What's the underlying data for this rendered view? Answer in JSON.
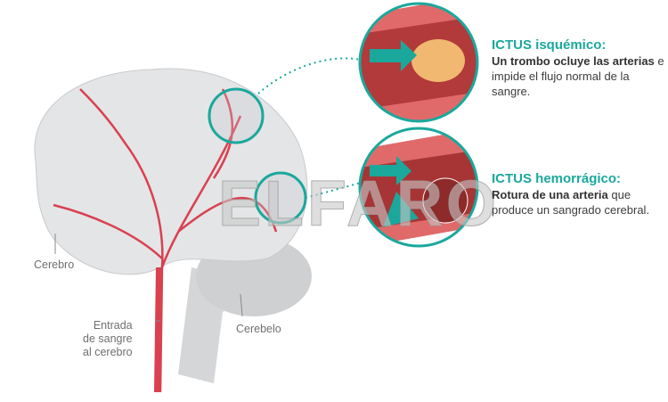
{
  "labels": {
    "cerebro": "Cerebro",
    "cerebelo": "Cerebelo",
    "entrada": [
      "Entrada",
      "de sangre",
      "al cerebro"
    ]
  },
  "isquemico": {
    "title": "ICTUS isquémico:",
    "bold": "Un trombo ocluye las arterias",
    "rest": "e impide el flujo normal de la sangre."
  },
  "hemorragico": {
    "title": "ICTUS hemorrágico:",
    "bold": "Rotura de una arteria",
    "rest": " que produce un sangrado cerebral."
  },
  "watermark": "ELFARO",
  "colors": {
    "teal": "#1aa89c",
    "artery": "#d9414f",
    "brain": "#e4e5e7"
  }
}
